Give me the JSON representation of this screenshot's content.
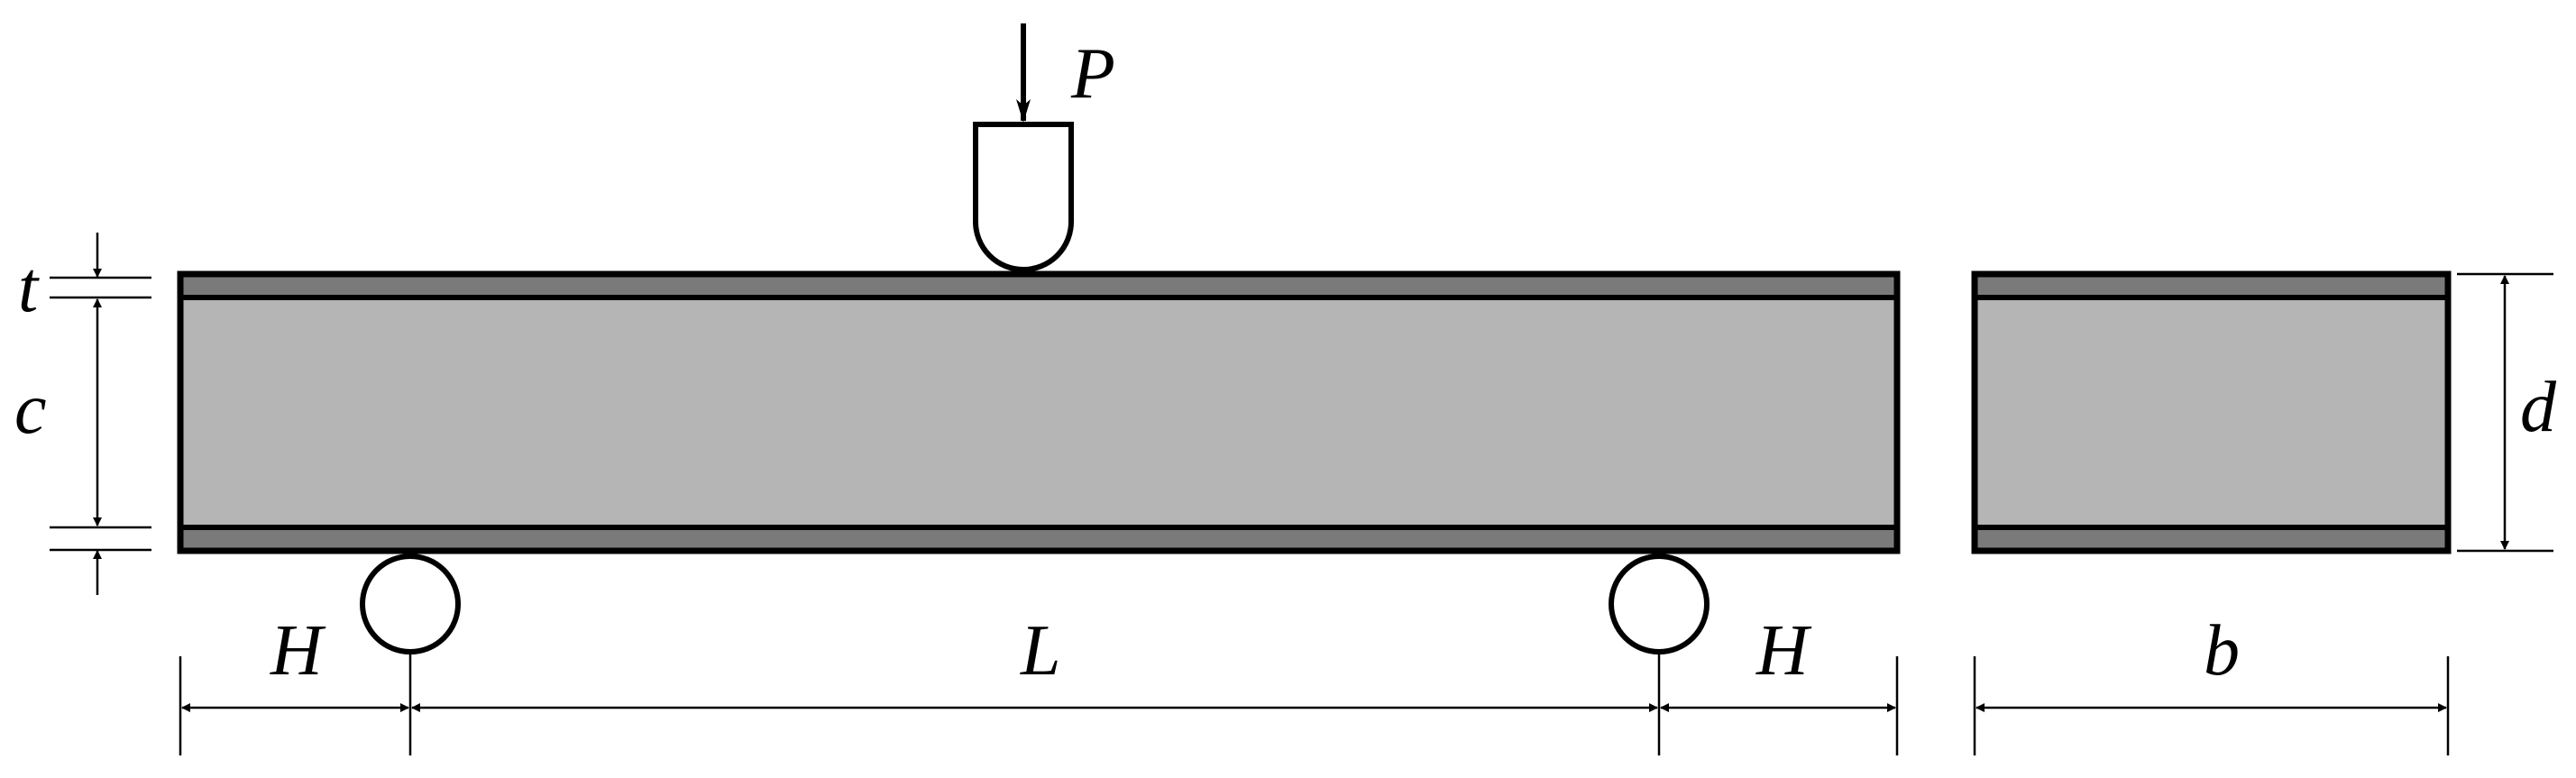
{
  "labels": {
    "load": "P",
    "face_thickness": "t",
    "core_thickness": "c",
    "total_depth": "d",
    "overhang_left": "H",
    "span": "L",
    "overhang_right": "H",
    "width": "b"
  },
  "colors": {
    "face_sheet": "#7a7a7a",
    "core": "#b5b5b5",
    "outline": "#000000",
    "background": "#ffffff"
  }
}
